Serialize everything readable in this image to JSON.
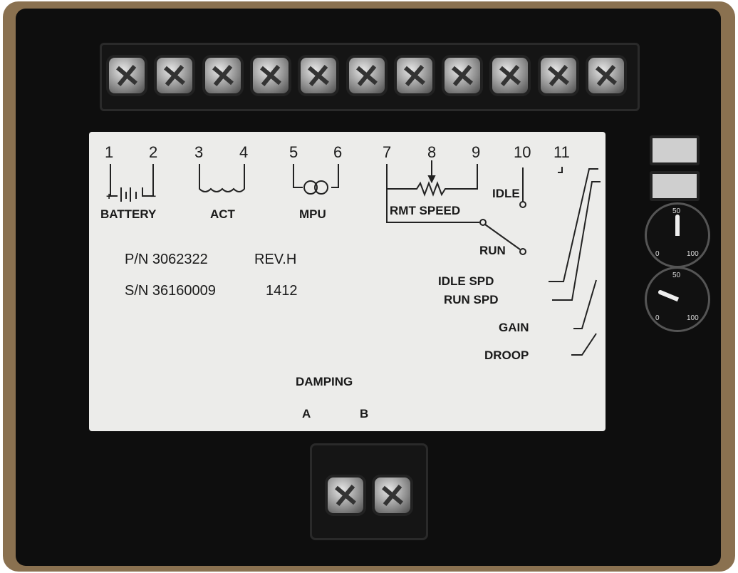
{
  "terminals": {
    "top_count": 11,
    "numbers": [
      "1",
      "2",
      "3",
      "4",
      "5",
      "6",
      "7",
      "8",
      "9",
      "10",
      "11"
    ]
  },
  "diagram_labels": {
    "battery": "BATTERY",
    "battery_plus": "+",
    "battery_minus": "−",
    "act": "ACT",
    "mpu": "MPU",
    "rmt_speed": "RMT SPEED",
    "idle": "IDLE",
    "run": "RUN"
  },
  "part_info": {
    "pn": "P/N 3062322",
    "rev": "REV.H",
    "sn": "S/N 36160009",
    "date_code": "1412"
  },
  "adjustments": {
    "idle_spd": "IDLE SPD",
    "run_spd": "RUN SPD",
    "gain": "GAIN",
    "droop": "DROOP"
  },
  "dials": [
    {
      "scale_min": "0",
      "scale_mid": "50",
      "scale_max": "100",
      "setting": 50
    },
    {
      "scale_min": "0",
      "scale_mid": "50",
      "scale_max": "100",
      "setting": 25
    }
  ],
  "damping": {
    "title": "DAMPING",
    "a": "A",
    "b": "B"
  },
  "colors": {
    "housing": "#0e0e0e",
    "frame": "#8a7150",
    "label": "#ececea"
  }
}
